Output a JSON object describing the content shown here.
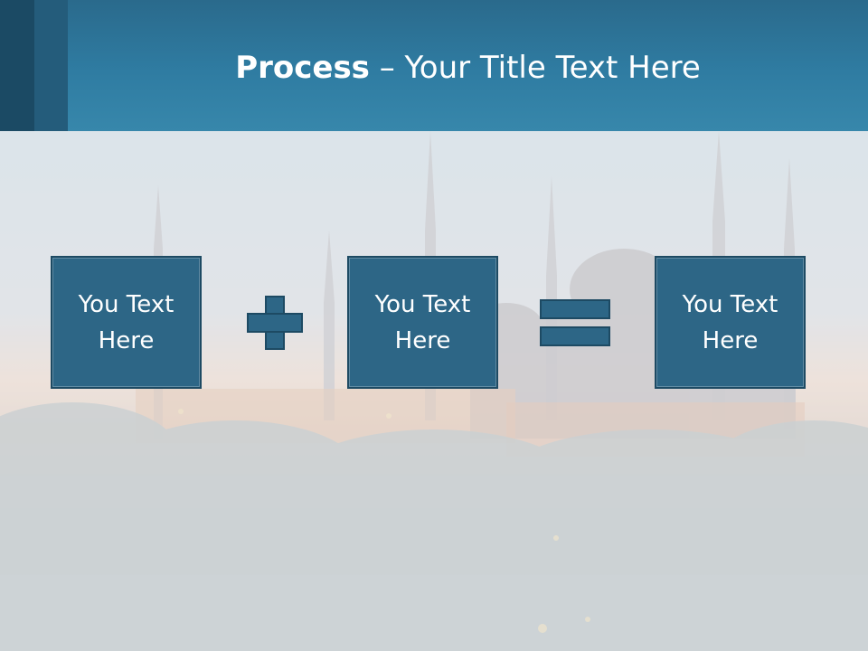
{
  "header": {
    "title_strong": "Process",
    "title_rest": " – Your Title Text Here"
  },
  "process": {
    "boxes": [
      {
        "label": "You Text Here"
      },
      {
        "label": "You Text Here"
      },
      {
        "label": "You Text Here"
      }
    ],
    "operators": [
      "plus",
      "equals"
    ]
  },
  "colors": {
    "header": "#2f7ca2",
    "box_fill": "#2d6686",
    "box_border": "#1d4a63"
  }
}
